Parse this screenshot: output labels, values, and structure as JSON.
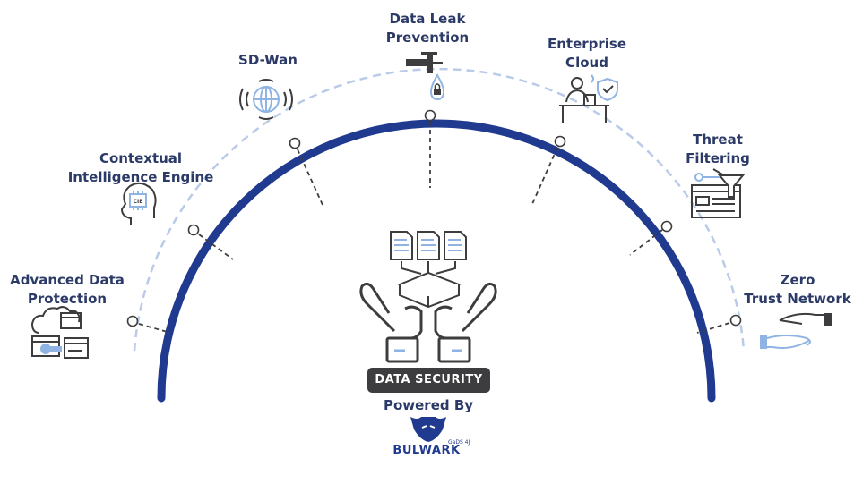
{
  "colors": {
    "arc": "#1f3a8f",
    "dashed_arc": "#b9cbe8",
    "text": "#2b3a67",
    "icon_dark": "#3d3d3f",
    "icon_light": "#8fb4e3",
    "pill_bg": "#3d3d3f"
  },
  "features": [
    {
      "id": "advanced-data-protection",
      "lines": [
        "Advanced Data",
        "Protection"
      ],
      "icon": "cloud-devices-icon"
    },
    {
      "id": "contextual-intelligence-engine",
      "lines": [
        "Contextual",
        "Intelligence Engine"
      ],
      "icon": "head-chip-icon"
    },
    {
      "id": "sd-wan",
      "lines": [
        "SD-Wan"
      ],
      "icon": "globe-signal-icon"
    },
    {
      "id": "data-leak-prevention",
      "lines": [
        "Data Leak",
        "Prevention"
      ],
      "icon": "faucet-lock-icon"
    },
    {
      "id": "enterprise-cloud",
      "lines": [
        "Enterprise",
        "Cloud"
      ],
      "icon": "person-desk-shield-icon"
    },
    {
      "id": "threat-filtering",
      "lines": [
        "Threat",
        "Filtering"
      ],
      "icon": "funnel-browser-icon"
    },
    {
      "id": "zero-trust-network",
      "lines": [
        "Zero",
        "Trust Network"
      ],
      "icon": "handshake-icon"
    }
  ],
  "center": {
    "label": "DATA SECURITY",
    "powered_by": "Powered By",
    "brand": "BULWARK",
    "brand_sub": "GaDS 4J"
  }
}
